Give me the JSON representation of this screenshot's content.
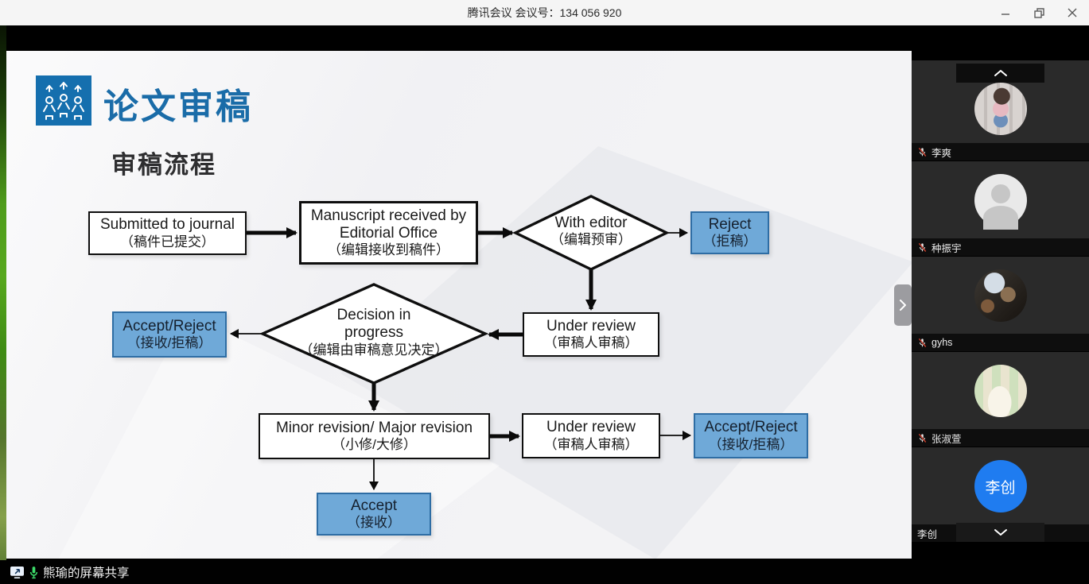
{
  "window": {
    "title": "腾讯会议 会议号：134 056 920"
  },
  "slide": {
    "title": "论文审稿",
    "subtitle": "审稿流程",
    "colors": {
      "accent_blue": "#1a6ca8",
      "box_blue_fill": "#6fa9d8",
      "box_blue_border": "#2e6da4"
    },
    "flow": {
      "submitted": {
        "en": "Submitted to journal",
        "zh": "（稿件已提交）"
      },
      "manuscript": {
        "en": "Manuscript received by Editorial Office",
        "zh": "（编辑接收到稿件）"
      },
      "with_editor": {
        "en": "With editor",
        "zh": "（编辑预审）"
      },
      "reject": {
        "en": "Reject",
        "zh": "（拒稿）"
      },
      "under_review_1": {
        "en": "Under review",
        "zh": "（审稿人审稿）"
      },
      "decision": {
        "en": "Decision in progress",
        "zh": "（编辑由审稿意见决定）"
      },
      "accept_reject_left": {
        "en": "Accept/Reject",
        "zh": "（接收/拒稿）"
      },
      "minor_major": {
        "en": "Minor revision/ Major revision",
        "zh": "（小修/大修）"
      },
      "under_review_2": {
        "en": "Under review",
        "zh": "（审稿人审稿）"
      },
      "accept_reject_right": {
        "en": "Accept/Reject",
        "zh": "（接收/拒稿）"
      },
      "accept": {
        "en": "Accept",
        "zh": "（接收）"
      }
    }
  },
  "sidebar": {
    "icons": {
      "scroll_up": "chevron-up",
      "scroll_down": "chevron-down",
      "collapse": "chevron-right",
      "muted_mic": "mic-off"
    },
    "participants": [
      {
        "name": "李爽",
        "muted": true
      },
      {
        "name": "种振宇",
        "muted": true
      },
      {
        "name": "gyhs",
        "muted": true
      },
      {
        "name": "张淑萱",
        "muted": true
      },
      {
        "name": "李创",
        "muted": false,
        "avatar_text": "李创",
        "avatar_color": "#1f7cf0"
      }
    ]
  },
  "statusbar": {
    "icons": {
      "share": "screen-share",
      "mic": "mic-on"
    },
    "label": "熊瑜的屏幕共享"
  }
}
